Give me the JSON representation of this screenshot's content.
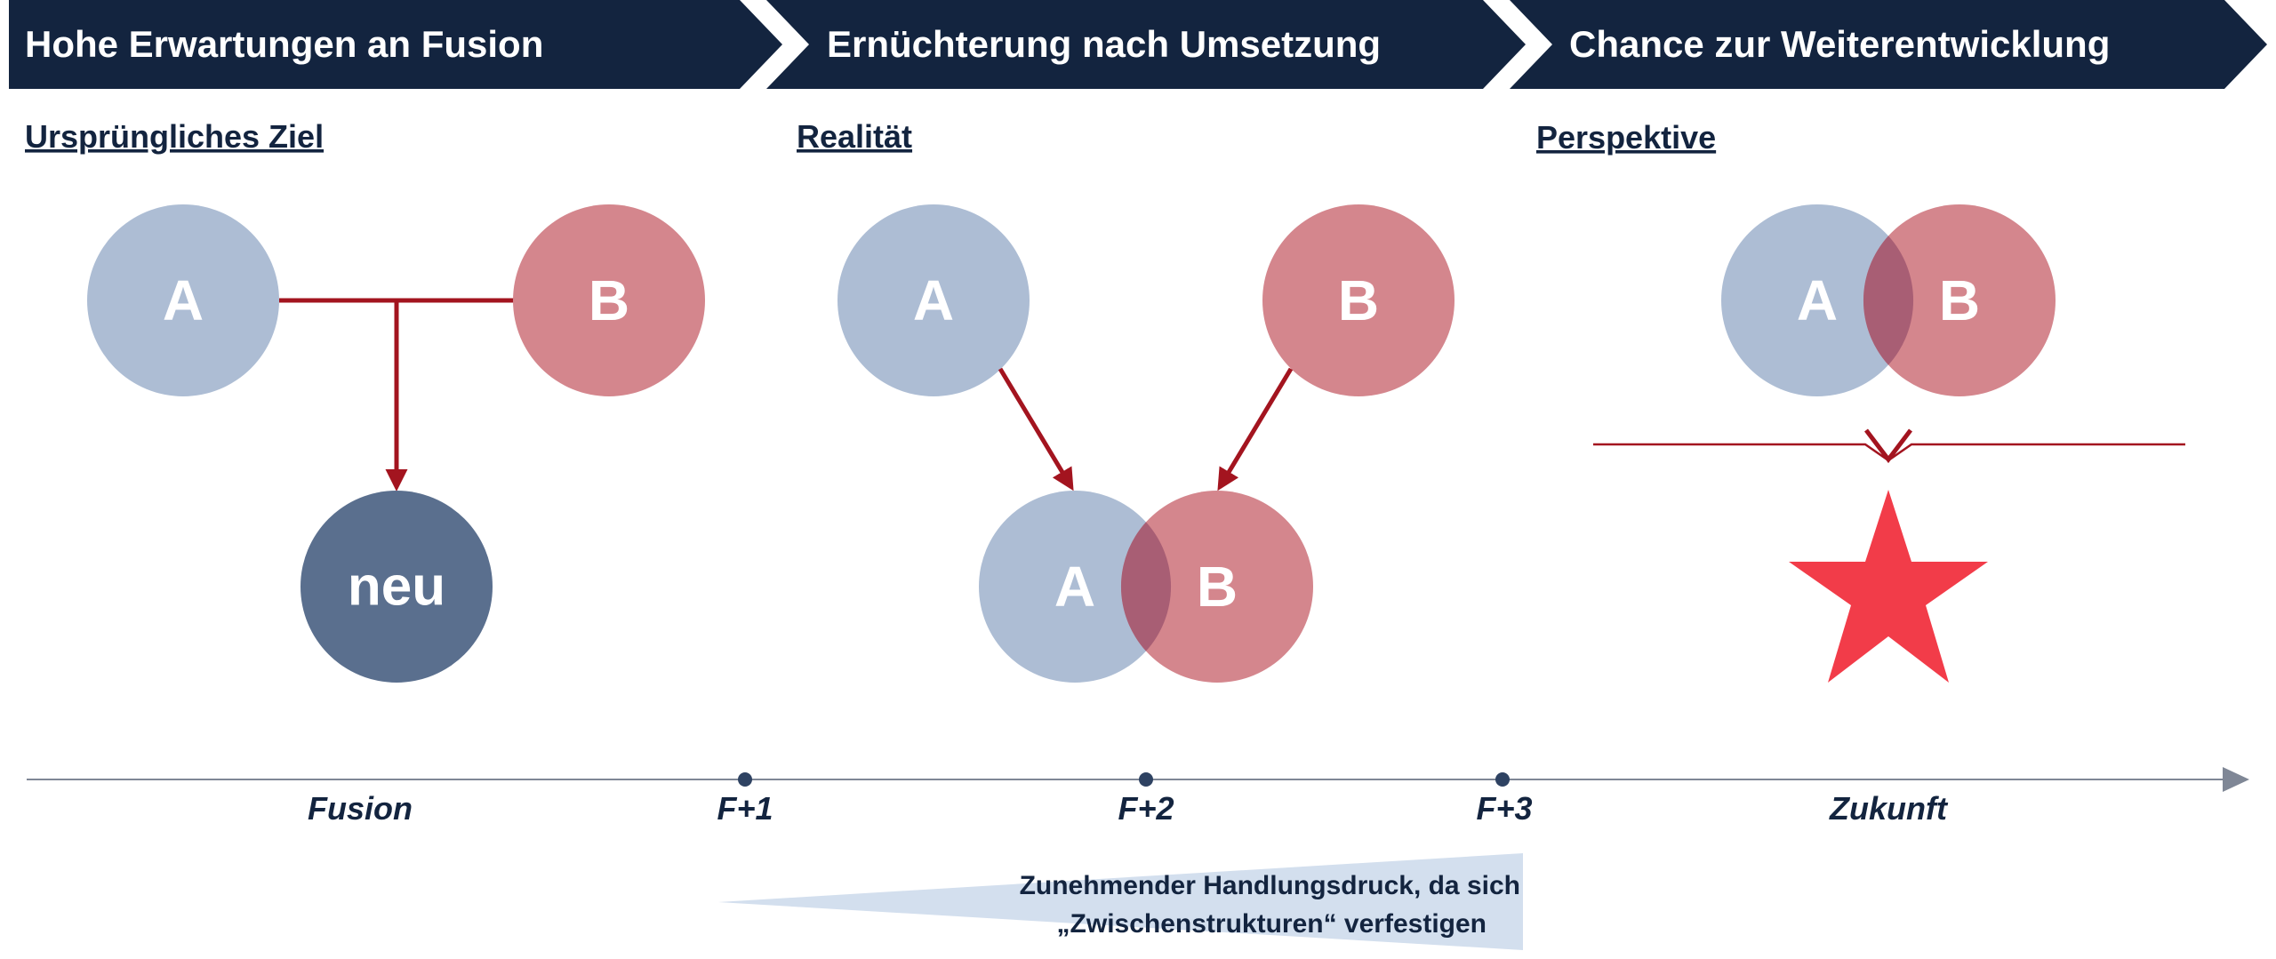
{
  "colors": {
    "header_bg": "#13243f",
    "circle_a": "#adbdd4",
    "circle_b": "#d4868d",
    "overlap": "#a85e74",
    "circle_neu": "#5a6f8e",
    "arrow": "#a3141f",
    "star": "#f23c49",
    "axis": "#7f8796",
    "dot": "#2e4262",
    "wedge": "#d3dfee"
  },
  "header": {
    "step1": "Hohe Erwartungen an Fusion",
    "step2": "Ernüchterung nach Umsetzung",
    "step3": "Chance zur Weiterentwicklung"
  },
  "sections": {
    "goal": {
      "title": "Ursprüngliches Ziel",
      "a": "A",
      "b": "B",
      "neu": "neu"
    },
    "reality": {
      "title": "Realität",
      "a_top": "A",
      "b_top": "B",
      "a_merged": "A",
      "b_merged": "B"
    },
    "perspective": {
      "title": "Perspektive",
      "a": "A",
      "b": "B"
    }
  },
  "timeline": {
    "labels": {
      "fusion": "Fusion",
      "f1": "F+1",
      "f2": "F+2",
      "f3": "F+3",
      "future": "Zukunft"
    },
    "pressure_line1": "Zunehmender Handlungsdruck, da sich",
    "pressure_line2": "„Zwischenstrukturen“ verfestigen"
  }
}
